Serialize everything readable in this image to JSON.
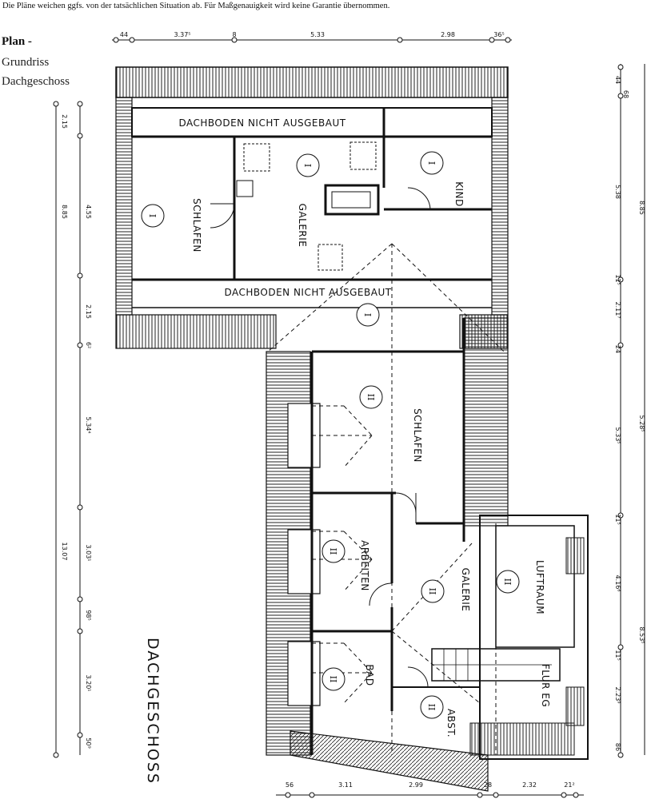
{
  "disclaimer": "Die Pläne weichen ggfs. von der tatsächlichen Situation ab. Für Maßgenauigkeit wird keine Garantie übernommen.",
  "plan": {
    "title": "Plan -",
    "subtitle_1": "Grundriss",
    "subtitle_2": "Dachgeschoss"
  },
  "floor_label": "DACHGESCHOSS",
  "rooms": {
    "dachboden_top": "DACHBODEN NICHT AUSGEBAUT",
    "dachboden_mid": "DACHBODEN NICHT AUSGEBAUT",
    "schlafen_left": "SCHLAFEN",
    "galerie_top": "GALERIE",
    "kind": "KIND",
    "schlafen_mid": "SCHLAFEN",
    "arbeiten": "ARBEITEN",
    "galerie_low": "GALERIE",
    "luftraum": "LUFTRAUM",
    "bad": "BAD",
    "abst": "ABST.",
    "flur": "FLUR EG"
  },
  "markers": {
    "one": "I",
    "two": "II"
  },
  "dims_top": [
    "44",
    "3.37⁵",
    "8",
    "5.33",
    "2.98",
    "36⁵"
  ],
  "dims_left": [
    "2.15",
    "8.85",
    "4.55",
    "2.15",
    "6²",
    "5.34⁴",
    "13.07",
    "3.03¹",
    "98⁵",
    "3.20¹",
    "50⁹"
  ],
  "dims_right": [
    "44",
    "68",
    "5.38",
    "8.85",
    "11⁵",
    "2.11⁷",
    "24",
    "5.28⁵",
    "5.33⁵",
    "11⁵",
    "4.16⁶",
    "8.53⁵",
    "11⁵",
    "2.23⁹",
    "86"
  ],
  "dims_bottom": [
    "56",
    "3.11",
    "2.99",
    "28",
    "2.32",
    "21²"
  ]
}
